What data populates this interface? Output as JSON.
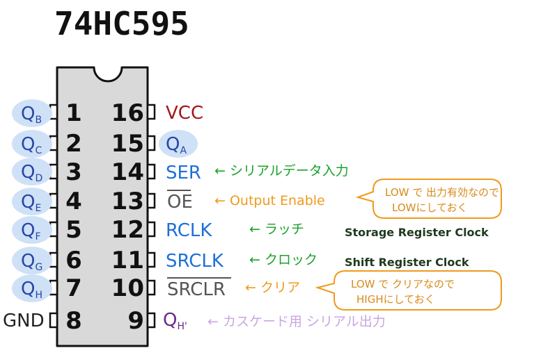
{
  "title": "74HC595",
  "colors": {
    "q_blue": "#2747a8",
    "highlight": "#cfe1f6",
    "chip_fill": "#d9d9d9",
    "vcc_red": "#a01818",
    "ser_blue": "#1e6fd8",
    "green": "#1aa12a",
    "orange": "#ef9a1c",
    "purple": "#6a2a8a",
    "lavender": "#c9a6e3"
  },
  "left_pins": [
    {
      "num": "1",
      "label": "Q",
      "sub": "B"
    },
    {
      "num": "2",
      "label": "Q",
      "sub": "C"
    },
    {
      "num": "3",
      "label": "Q",
      "sub": "D"
    },
    {
      "num": "4",
      "label": "Q",
      "sub": "E"
    },
    {
      "num": "5",
      "label": "Q",
      "sub": "F"
    },
    {
      "num": "6",
      "label": "Q",
      "sub": "G"
    },
    {
      "num": "7",
      "label": "Q",
      "sub": "H"
    },
    {
      "num": "8",
      "label": "GND",
      "sub": ""
    }
  ],
  "right_pins": [
    {
      "num": "16",
      "label": "VCC",
      "sub": "",
      "note": "",
      "english": ""
    },
    {
      "num": "15",
      "label": "Q",
      "sub": "A",
      "note": "",
      "english": ""
    },
    {
      "num": "14",
      "label": "SER",
      "sub": "",
      "note": "← シリアルデータ入力",
      "english": ""
    },
    {
      "num": "13",
      "label": "OE",
      "sub": "",
      "note": "← Output Enable",
      "english": ""
    },
    {
      "num": "12",
      "label": "RCLK",
      "sub": "",
      "note": "← ラッチ",
      "english": "Storage Register Clock"
    },
    {
      "num": "11",
      "label": "SRCLK",
      "sub": "",
      "note": "← クロック",
      "english": "Shift Register Clock"
    },
    {
      "num": "10",
      "label": "SRCLR",
      "sub": "",
      "note": "← クリア",
      "english": ""
    },
    {
      "num": "9",
      "label": "Q",
      "sub": "H'",
      "note": "← カスケード用 シリアル出力",
      "english": ""
    }
  ],
  "bubbles": [
    {
      "line1": "LOW で 出力有効なので",
      "line2": "LOWにしておく"
    },
    {
      "line1": "LOW で クリアなので",
      "line2": "HIGHにしておく"
    }
  ]
}
